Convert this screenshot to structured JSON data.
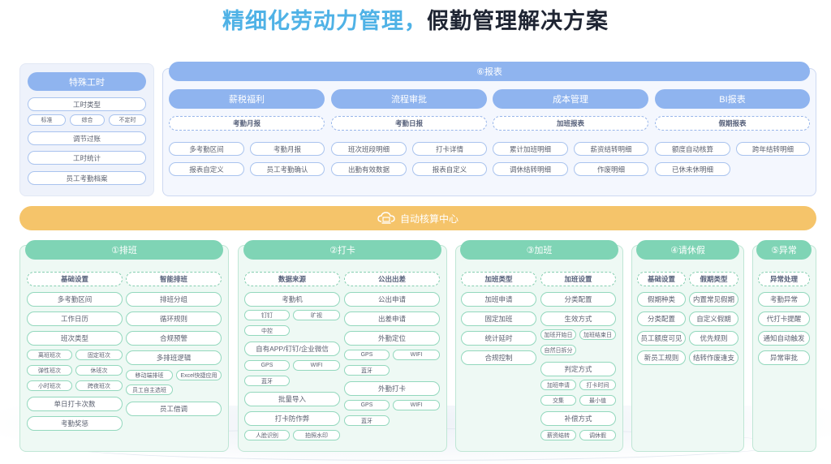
{
  "title": {
    "highlight": "精细化劳动力管理，",
    "rest": "假勤管理解决方案"
  },
  "special_hours": {
    "header": "特殊工时",
    "items": [
      "工时类型",
      "调节过账",
      "工时统计",
      "员工考勤档案"
    ],
    "sub_items": [
      "标准",
      "综合",
      "不定时"
    ]
  },
  "reports": {
    "header": "⑥报表",
    "columns": [
      {
        "header": "薪税福利",
        "dashed": "考勤月报",
        "items": [
          "多考勤区间",
          "考勤月报",
          "报表自定义",
          "员工考勤确认"
        ]
      },
      {
        "header": "流程审批",
        "dashed": "考勤日报",
        "items": [
          "班次班段明细",
          "打卡详情",
          "出勤有效数据",
          "报表自定义"
        ]
      },
      {
        "header": "成本管理",
        "dashed": "加班报表",
        "items": [
          "累计加班明细",
          "薪资结转明细",
          "调休结转明细",
          "作废明细"
        ]
      },
      {
        "header": "BI报表",
        "dashed": "假期报表",
        "items": [
          "额度自动核算",
          "跨年结转明细",
          "已休未休明细"
        ]
      }
    ]
  },
  "center_bar": {
    "label": "自动核算中心",
    "icon": "cloud-computer-icon"
  },
  "sections": {
    "scheduling": {
      "header": "①排班",
      "left_dashed": "基础设置",
      "right_dashed": "智能排班",
      "left_items": [
        "多考勤区间",
        "工作日历",
        "班次类型",
        "单日打卡次数",
        "考勤奖惩"
      ],
      "shift_types": [
        "离班班次",
        "固定班次",
        "弹性班次",
        "休班次",
        "小时班次",
        "跨夜班次"
      ],
      "right_items": [
        "排班分组",
        "循环规则",
        "合规预警",
        "多排班逻辑",
        "员工借调"
      ],
      "logic_items": [
        "移动端排班",
        "Excel快捷应用",
        "员工自主选班"
      ]
    },
    "clock": {
      "header": "②打卡",
      "left_dashed": "数据来源",
      "right_dashed": "公出出差",
      "left_items": [
        "考勤机",
        "自有APP/钉钉/企业微信",
        "批量导入",
        "打卡防作弊"
      ],
      "machine_items": [
        "钉钉",
        "旷视",
        "中控"
      ],
      "app_items": [
        "GPS",
        "WIFI",
        "蓝牙"
      ],
      "anti_cheat_items": [
        "人脸识别",
        "拍照水印"
      ],
      "right_items": [
        "公出申请",
        "出差申请",
        "外勤定位",
        "外勤打卡"
      ],
      "locate_items": [
        "GPS",
        "WIFI",
        "蓝牙"
      ],
      "field_items": [
        "GPS",
        "WIFI",
        "蓝牙"
      ]
    },
    "overtime": {
      "header": "③加班",
      "left_dashed": "加班类型",
      "right_dashed": "加班设置",
      "left_items": [
        "加班申请",
        "固定加班",
        "统计延时",
        "合规控制"
      ],
      "right_items": [
        "分类配置",
        "生效方式",
        "判定方式",
        "补偿方式"
      ],
      "effect_items": [
        "加班开始日",
        "加班结束日",
        "自然日拆分"
      ],
      "judge_items": [
        "加班申请",
        "打卡时间",
        "交集",
        "最小值"
      ],
      "comp_items": [
        "薪资结转",
        "调休假"
      ]
    },
    "leave": {
      "header": "④请休假",
      "left_dashed": "基础设置",
      "right_dashed": "假期类型",
      "left_items": [
        "假期种类",
        "分类配置",
        "员工额度可见",
        "新员工规则"
      ],
      "right_items": [
        "内置常见假期",
        "自定义假期",
        "优先规则",
        "结转作废逢支"
      ]
    },
    "exception": {
      "header": "⑤异常",
      "dashed": "异常处理",
      "items": [
        "考勤异常",
        "代打卡提醒",
        "通知自动触发",
        "异常审批"
      ]
    }
  },
  "colors": {
    "blue": "#8fb4ef",
    "green": "#7fd4b5",
    "yellow": "#f5c46a",
    "title_blue": "#4fb2e6"
  }
}
